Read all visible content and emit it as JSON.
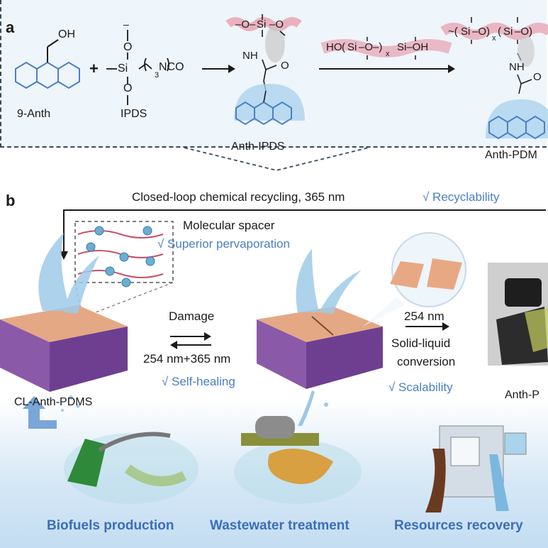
{
  "panel_a": {
    "letter": "a",
    "compounds": {
      "anth": "9-Anth",
      "ipds": "IPDS",
      "anth_ipds": "Anth-IPDS",
      "anth_pdms": "Anth-PDM"
    },
    "atoms": {
      "oh": "OH",
      "nco": "NCO",
      "plus": "+",
      "nh": "NH",
      "o": "O",
      "si": "Si",
      "sub3": "3",
      "hosi": "HO",
      "siOH": "Si–OH",
      "x": "x"
    }
  },
  "panel_b": {
    "letter": "b",
    "recycling_label": "Closed-loop chemical recycling, 365 nm",
    "recyclability": "√ Recyclability",
    "molecular_spacer": "Molecular spacer",
    "superior_pervaporation": "√ Superior pervaporation",
    "damage": "Damage",
    "heal_wavelength": "254 nm+365 nm",
    "self_healing": "√ Self-healing",
    "cl_anth_pdms": "CL-Anth-PDMS",
    "uv_254": "254 nm",
    "solid_liquid_1": "Solid-liquid",
    "solid_liquid_2": "conversion",
    "scalability": "√ Scalability",
    "anth_p": "Anth-P",
    "applications": [
      "Biofuels production",
      "Wastewater treatment",
      "Resources recovery"
    ]
  },
  "colors": {
    "panel_a_bg": "#eef5fb",
    "accent_blue": "#4a7fc0",
    "app_blue": "#3a6fb8",
    "pink_chain": "#e8a0b0",
    "membrane_purple": "#8a5aa8",
    "membrane_top": "#d89a78"
  }
}
